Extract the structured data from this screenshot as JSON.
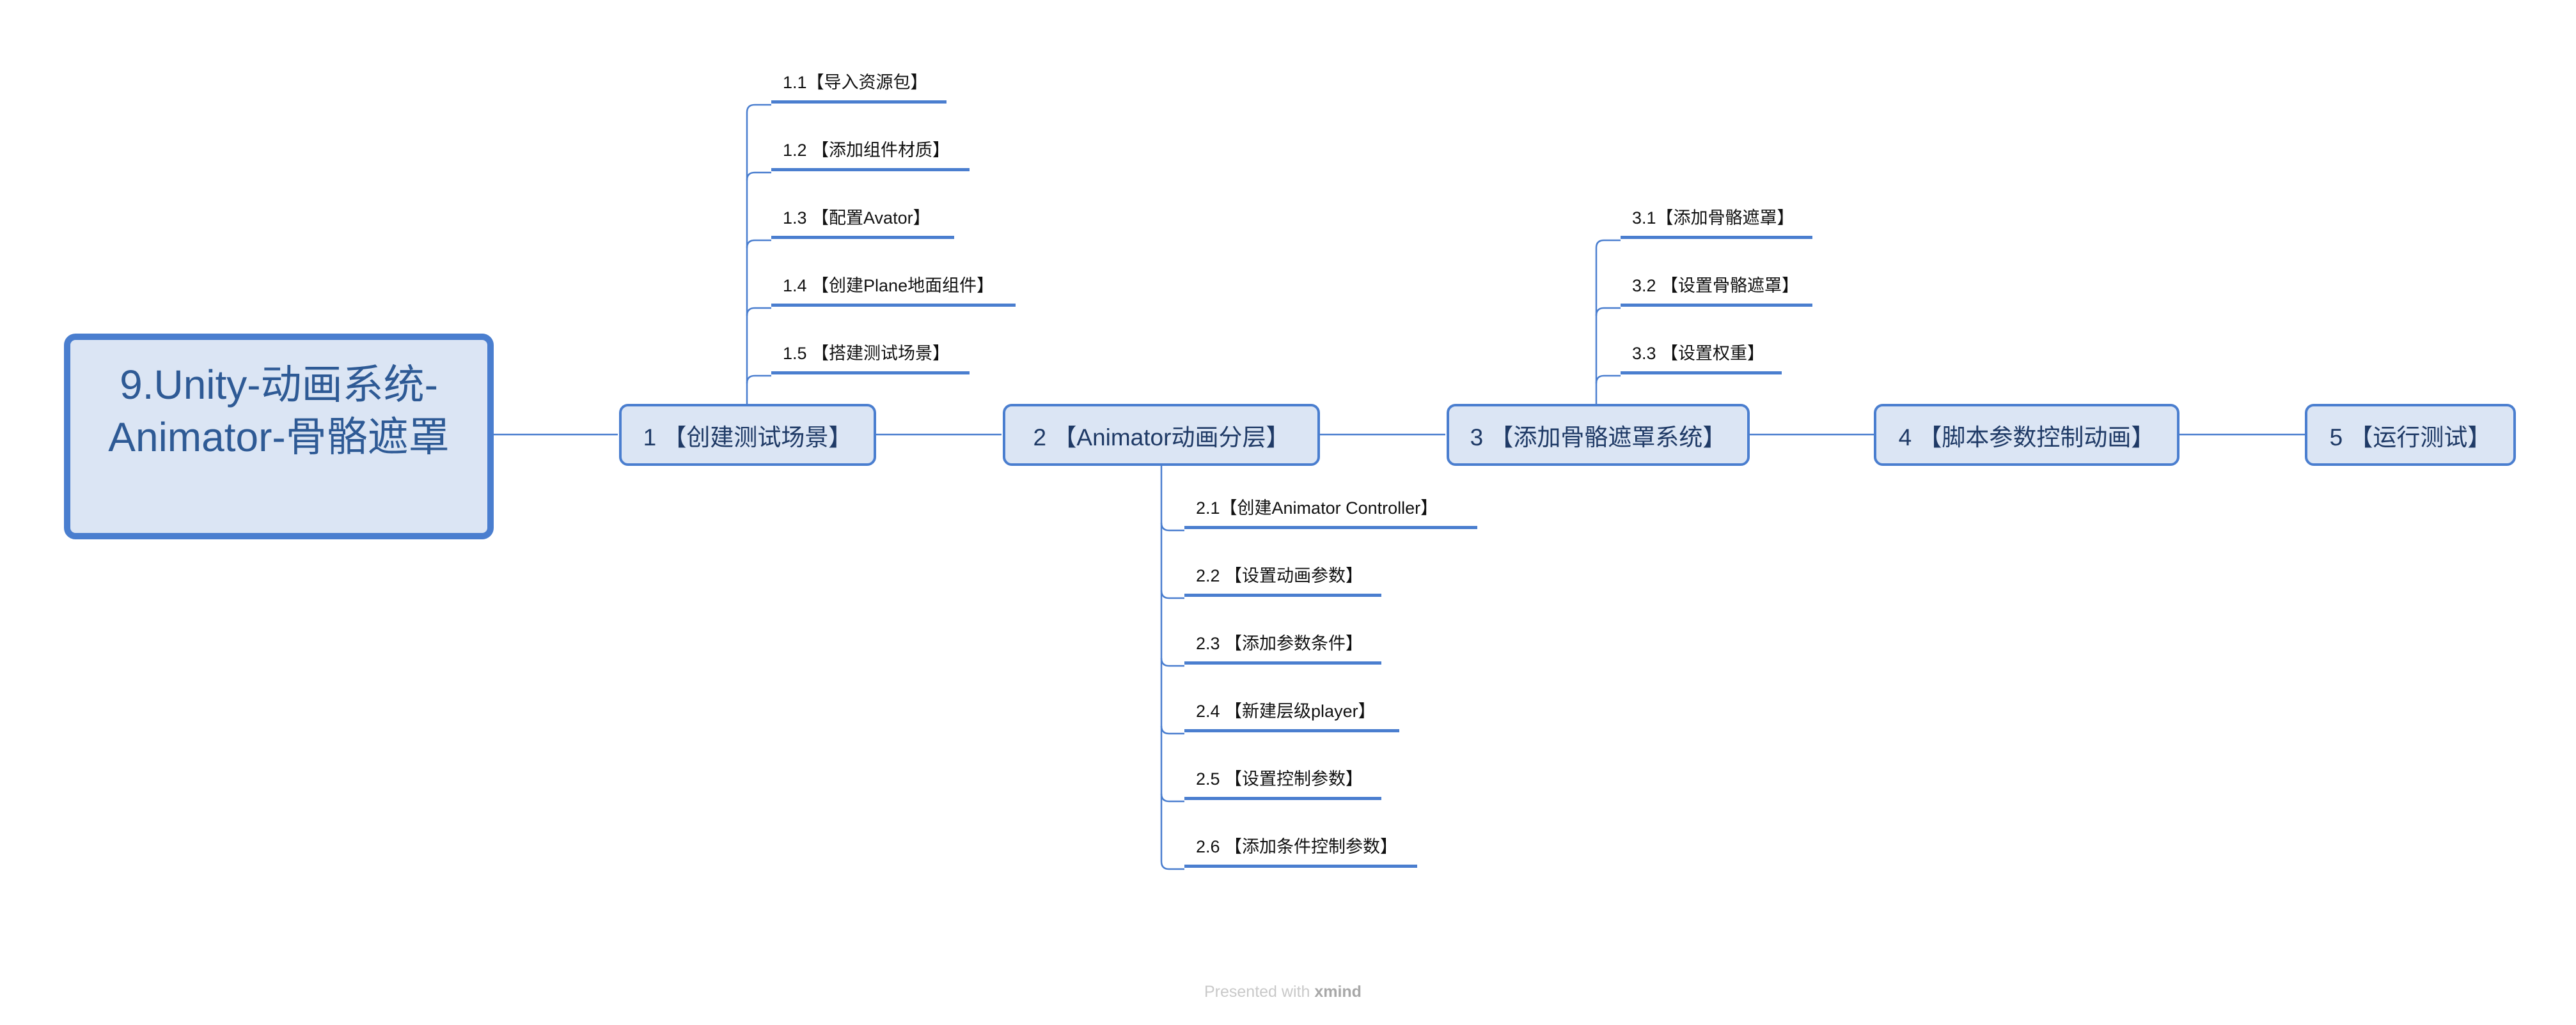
{
  "root": {
    "title_line1": "9.Unity-动画系统-",
    "title_line2": "Animator-骨骼遮罩"
  },
  "main_topics": [
    {
      "label": "1 【创建测试场景】",
      "subtopics": [
        "1.1【导入资源包】",
        "1.2 【添加组件材质】",
        "1.3 【配置Avator】",
        "1.4 【创建Plane地面组件】",
        "1.5 【搭建测试场景】"
      ]
    },
    {
      "label": "2 【Animator动画分层】",
      "subtopics": [
        "2.1【创建Animator Controller】",
        "2.2 【设置动画参数】",
        "2.3 【添加参数条件】",
        "2.4 【新建层级player】",
        "2.5 【设置控制参数】",
        "2.6 【添加条件控制参数】"
      ]
    },
    {
      "label": "3 【添加骨骼遮罩系统】",
      "subtopics": [
        "3.1【添加骨骼遮罩】",
        "3.2 【设置骨骼遮罩】",
        "3.3 【设置权重】"
      ]
    },
    {
      "label": "4 【脚本参数控制动画】",
      "subtopics": []
    },
    {
      "label": "5 【运行测试】",
      "subtopics": []
    }
  ],
  "footer": {
    "prefix": "Presented with",
    "brand": "xmind"
  },
  "colors": {
    "line": "#4a7ecf",
    "node_fill": "#dbe5f4",
    "node_text": "#1f3a66"
  }
}
